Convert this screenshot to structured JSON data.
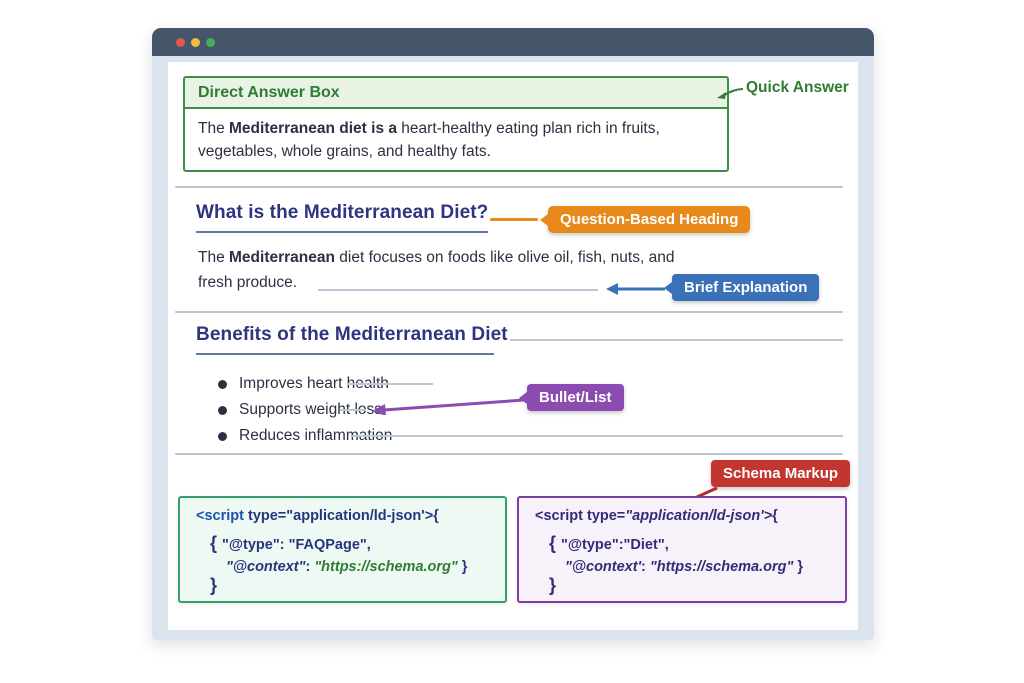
{
  "colors": {
    "titlebar": "#46566a",
    "window_frame": "#dce5ef",
    "green_border": "#3e8e47",
    "green_text": "#2e7d32",
    "answer_header_bg": "#e9f3e4",
    "heading_text": "#2f3480",
    "body_text": "#2b3142",
    "divider": "#b8c4d2",
    "badge_orange": "#e8891c",
    "badge_blue": "#3a71b8",
    "badge_purple": "#8b4bb0",
    "badge_red": "#c3362f",
    "code_left_border": "#35a06c",
    "code_left_bg": "#eff9f3",
    "code_right_border": "#7b3fa2",
    "code_right_bg": "#f7f2fa",
    "code_blue": "#1c52b0",
    "code_navy": "#27357e",
    "code_indigo": "#322c78",
    "code_green_url": "#2e7d32"
  },
  "window": {
    "controls": [
      "close",
      "minimize",
      "zoom"
    ]
  },
  "annotations": {
    "quick_answer": "Quick Answer",
    "question_heading": "Question-Based Heading",
    "brief_explanation": "Brief Explanation",
    "bullet_list": "Bullet/List",
    "schema_markup": "Schema Markup"
  },
  "answer_box": {
    "title": "Direct Answer Box",
    "text_prefix": "The ",
    "text_bold": "Mediterranean diet is a",
    "text_rest": " heart-healthy eating plan rich in fruits, vegetables, whole grains, and healthy fats."
  },
  "question_section": {
    "heading": "What is the Mediterranean Diet?",
    "text_prefix": "The ",
    "text_bold": "Mediterranean",
    "text_rest": " diet focuses on foods like olive oil, fish, nuts, and",
    "text_line2": "fresh produce."
  },
  "benefits_section": {
    "heading": "Benefits of the Mediterranean Diet",
    "items": [
      "Improves heart health",
      "Supports weight loss",
      "Reduces inflammation"
    ]
  },
  "schema_left": {
    "tag": "<script",
    "attr": " type=",
    "value": "\"application/ld-json'>",
    "brace": "{",
    "line2_brace": "{ ",
    "line2": "\"@type\": \"FAQPage\",",
    "line3_key": "\"@context\"",
    "line3_sep": ": ",
    "line3_url": "\"https://schema.org\"",
    "line3_end": " }",
    "line4": "}"
  },
  "schema_right": {
    "tag": "<script",
    "attr": " type=",
    "value": "\"application/ld-json'>",
    "brace": "{",
    "line2_brace": "{ ",
    "line2": "\"@type\":\"Diet\",",
    "line3_key": "\"@context'",
    "line3_sep": ": ",
    "line3_url": "\"https://schema.org\"",
    "line3_end": " }",
    "line4": "}"
  }
}
